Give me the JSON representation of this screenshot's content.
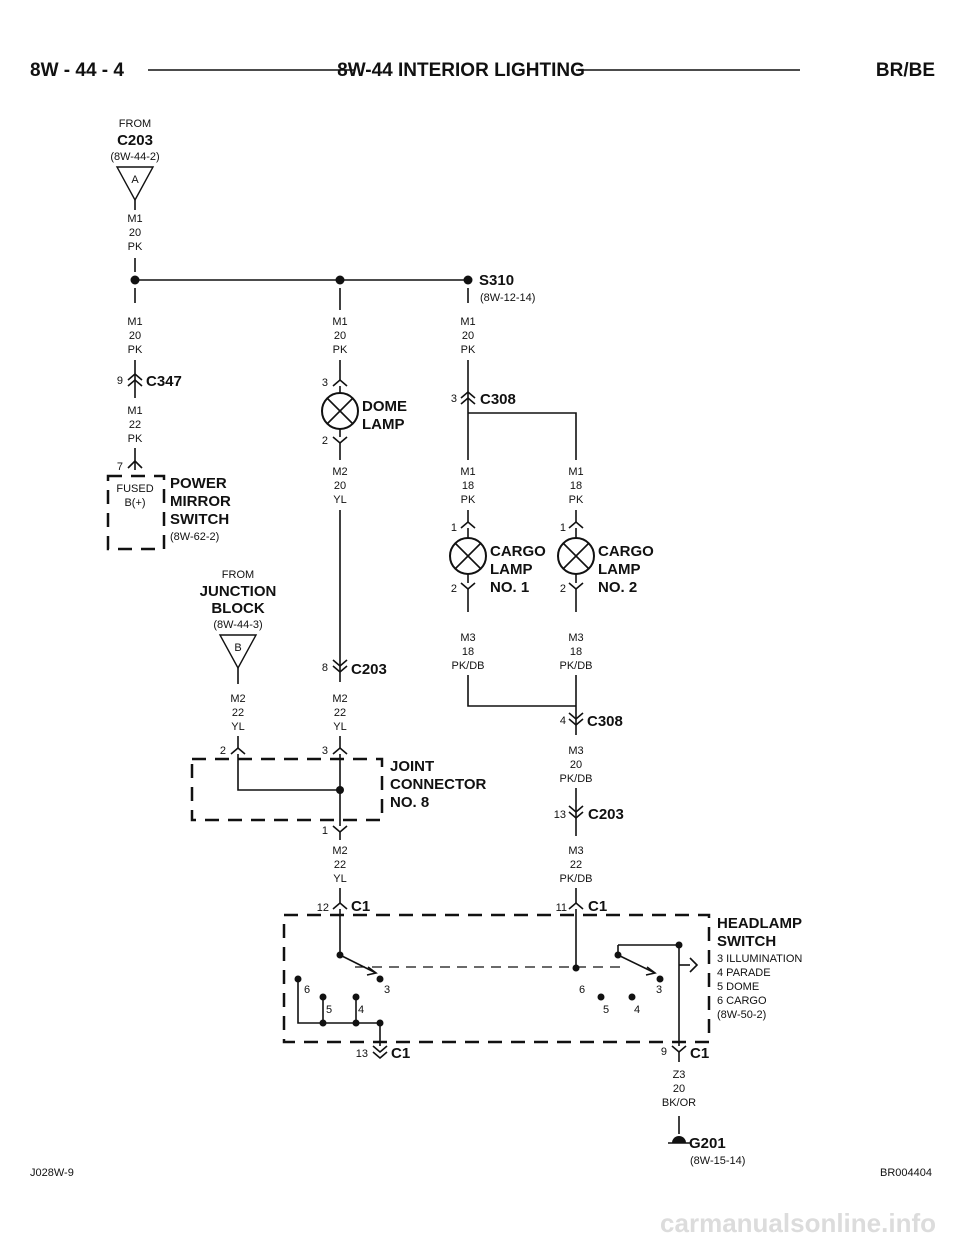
{
  "header": {
    "left": "8W - 44 - 4",
    "title": "8W-44 INTERIOR LIGHTING",
    "right": "BR/BE"
  },
  "footer": {
    "left": "J028W-9",
    "right": "BR004404",
    "watermark": "carmanualsonline.info"
  },
  "from_c203": {
    "from": "FROM",
    "connector": "C203",
    "ref": "(8W-44-2)",
    "pin": "A",
    "wire": [
      "M1",
      "20",
      "PK"
    ]
  },
  "splice": {
    "id": "S310",
    "ref": "(8W-12-14)"
  },
  "power_mirror_branch": {
    "wire_top": [
      "M1",
      "20",
      "PK"
    ],
    "conn_pin": "9",
    "conn": "C347",
    "wire_bottom": [
      "M1",
      "22",
      "PK"
    ],
    "switch_pin": "7",
    "switch_inner": [
      "FUSED",
      "B(+)"
    ],
    "switch_name": [
      "POWER",
      "MIRROR",
      "SWITCH"
    ],
    "switch_ref": "(8W-62-2)"
  },
  "dome_branch": {
    "wire_top": [
      "M1",
      "20",
      "PK"
    ],
    "pin_in": "3",
    "lamp": [
      "DOME",
      "LAMP"
    ],
    "pin_out": "2",
    "wire_mid": [
      "M2",
      "20",
      "YL"
    ],
    "conn_pin": "8",
    "conn": "C203",
    "wire_bottom": [
      "M2",
      "22",
      "YL"
    ]
  },
  "cargo_branch": {
    "wire_top": [
      "M1",
      "20",
      "PK"
    ],
    "conn_pin": "3",
    "conn": "C308",
    "wire_left": [
      "M1",
      "18",
      "PK"
    ],
    "wire_right": [
      "M1",
      "18",
      "PK"
    ],
    "lamp1_pin_in": "1",
    "lamp1": [
      "CARGO",
      "LAMP",
      "NO. 1"
    ],
    "lamp1_pin_out": "2",
    "lamp2_pin_in": "1",
    "lamp2": [
      "CARGO",
      "LAMP",
      "NO. 2"
    ],
    "lamp2_pin_out": "2",
    "wire_l1_out": [
      "M3",
      "18",
      "PK/DB"
    ],
    "wire_l2_out": [
      "M3",
      "18",
      "PK/DB"
    ],
    "c308_pin": "4",
    "c308": "C308",
    "wire_c308_out": [
      "M3",
      "20",
      "PK/DB"
    ],
    "c203_pin": "13",
    "c203": "C203",
    "wire_c203_out": [
      "M3",
      "22",
      "PK/DB"
    ]
  },
  "junction_block": {
    "from": "FROM",
    "name": [
      "JUNCTION",
      "BLOCK"
    ],
    "ref": "(8W-44-3)",
    "pin": "B",
    "wire": [
      "M2",
      "22",
      "YL"
    ]
  },
  "joint_connector": {
    "name": [
      "JOINT",
      "CONNECTOR",
      "NO. 8"
    ],
    "pin_left": "2",
    "pin_right": "3",
    "pin_out": "1",
    "wire_out": [
      "M2",
      "22",
      "YL"
    ]
  },
  "headlamp_switch": {
    "name": [
      "HEADLAMP",
      "SWITCH"
    ],
    "legend": [
      "3 ILLUMINATION",
      "4 PARADE",
      "5 DOME",
      "6 CARGO",
      "(8W-50-2)"
    ],
    "left_in_pin": "12",
    "left_in_conn": "C1",
    "right_in_pin": "11",
    "right_in_conn": "C1",
    "left_out_pin": "13",
    "left_out_conn": "C1",
    "right_out_pin": "9",
    "right_out_conn": "C1",
    "contacts": {
      "p6": "6",
      "p5": "5",
      "p4": "4",
      "p3": "3"
    }
  },
  "ground": {
    "wire": [
      "Z3",
      "20",
      "BK/OR"
    ],
    "id": "G201",
    "ref": "(8W-15-14)"
  }
}
